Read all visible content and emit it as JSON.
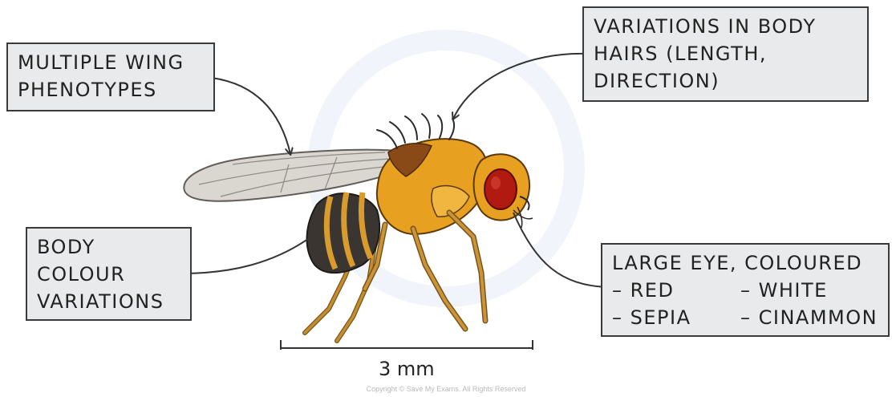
{
  "labels": {
    "wing": {
      "lines": [
        "MULTIPLE WING",
        "PHENOTYPES"
      ]
    },
    "hairs": {
      "lines": [
        "VARIATIONS IN BODY",
        "HAIRS (LENGTH,",
        "DIRECTION)"
      ]
    },
    "body": {
      "lines": [
        "BODY",
        "COLOUR",
        "VARIATIONS"
      ]
    },
    "eye": {
      "title": "LARGE EYE, COLOURED",
      "options": [
        "– RED",
        "– WHITE",
        "– SEPIA",
        "– CINAMMON"
      ]
    }
  },
  "scale_bar": {
    "label": "3 mm"
  },
  "copyright": "Copyright © Save My Exams. All Rights Reserved",
  "colors": {
    "box_fill": "#e9eaeb",
    "box_border": "#3a3a3a",
    "thorax": "#e8a020",
    "abdomen_dark": "#3a3530",
    "eye": "#b01a10",
    "wing": "#d9d4ce",
    "legs": "#b5822c"
  }
}
